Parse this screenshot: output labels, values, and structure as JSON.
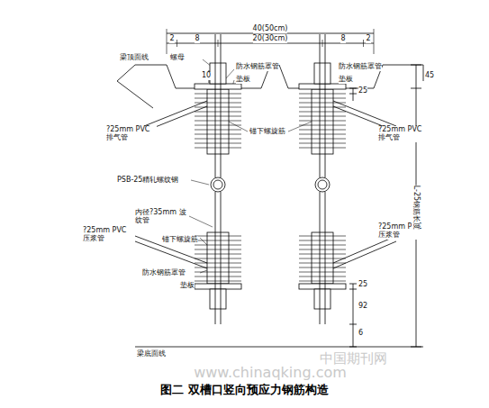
{
  "diagram": {
    "caption": "图二 双槽口竖向预应力钢筋构造",
    "labels": [
      "40(50cm)",
      "2",
      "8",
      "20(30cm)",
      "8",
      "2",
      "梁顶面线",
      "螺母",
      "10",
      "防水钢筋罩管",
      "垫板",
      "防水钢筋罩管",
      "垫板",
      "25",
      "45",
      "?25mm PVC 排气管",
      "?25mm PVC 排气管",
      "锚下螺旋筋",
      "PSB-25精轧螺纹钢",
      "内径?35mm 波纹管",
      "锚下螺旋筋",
      "?25mm PVC 压浆管",
      "?25mm PVC 压浆管",
      "防水钢筋罩管",
      "垫板",
      "25",
      "92",
      "6",
      "L-25钢筋长度",
      "梁底面线",
      "中国期刊网",
      "www.chinaqking.com"
    ]
  }
}
